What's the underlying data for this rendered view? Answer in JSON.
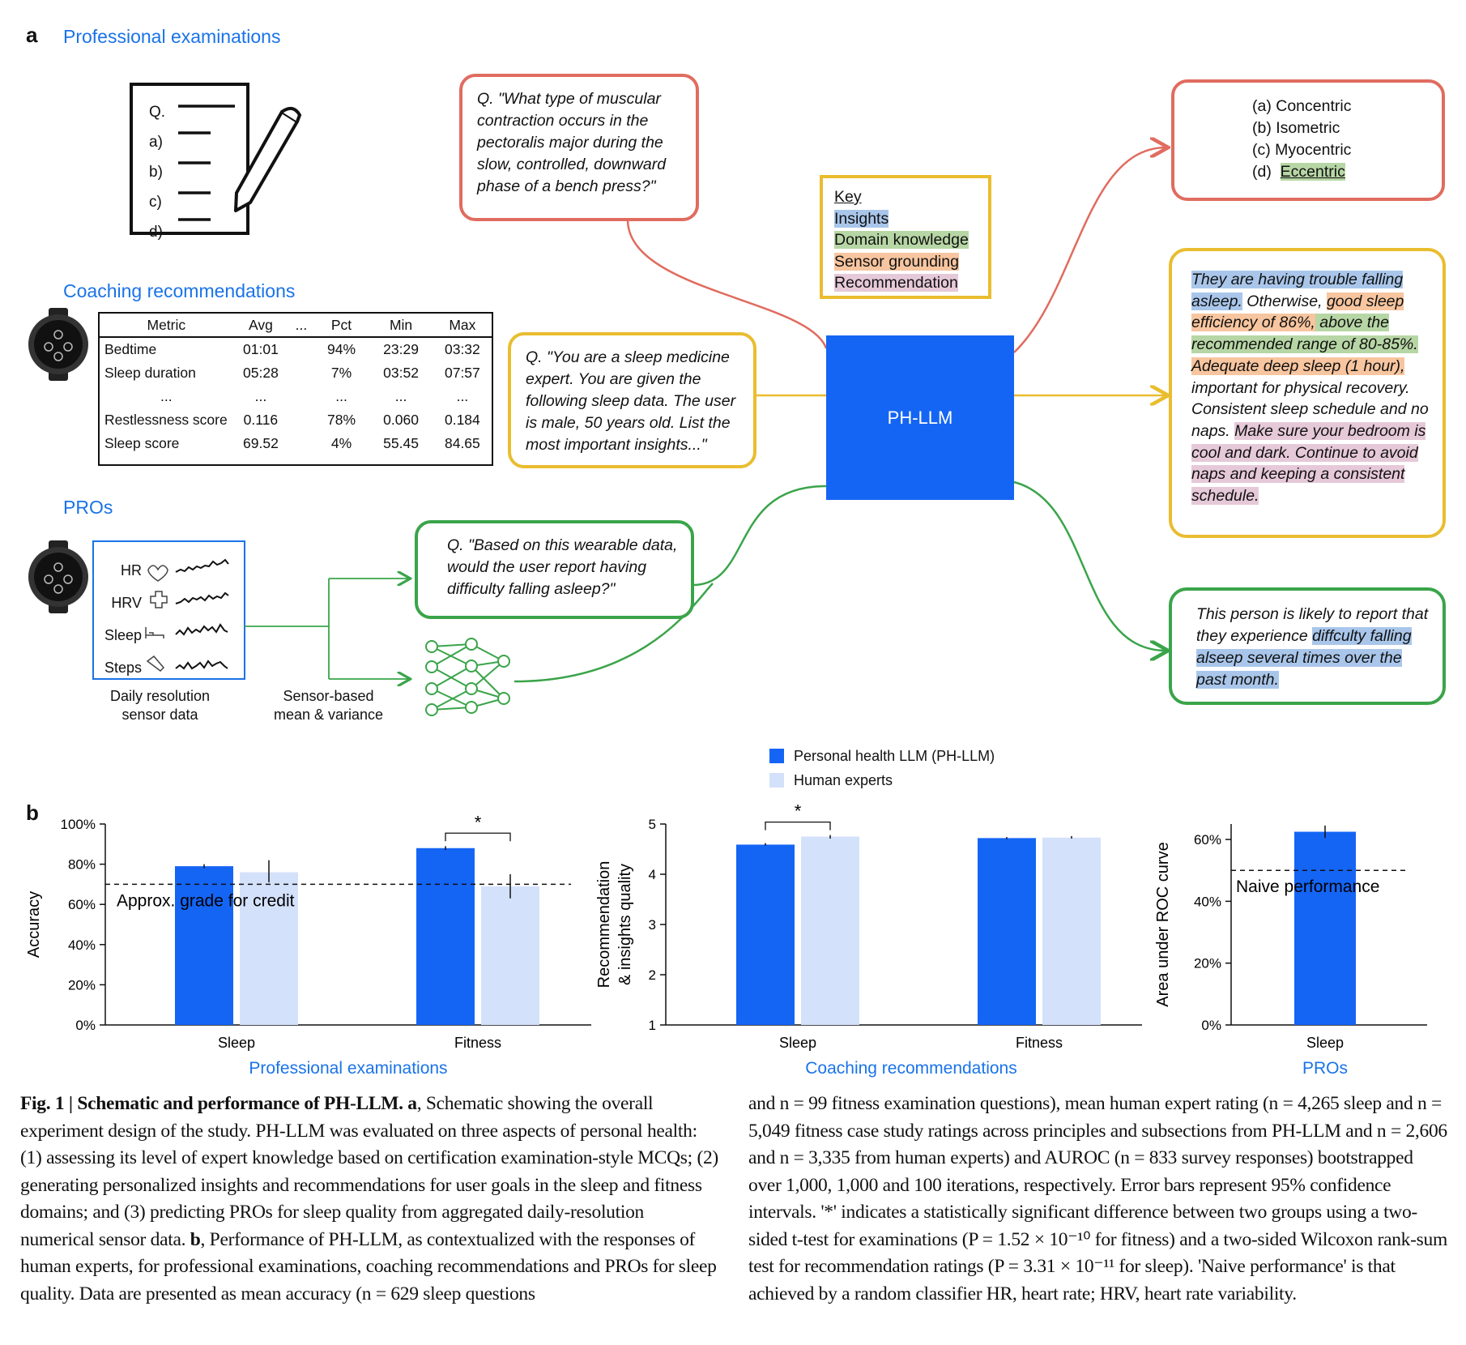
{
  "panel_a": {
    "letter": "a",
    "sections": {
      "exam": "Professional examinations",
      "coaching": "Coaching recommendations",
      "pros": "PROs"
    },
    "exam_sheet": {
      "lines": [
        "Q.",
        "a)",
        "b)",
        "c)",
        "d)"
      ]
    },
    "metrics_table": {
      "headers": [
        "Metric",
        "Avg",
        "...",
        "Pct",
        "Min",
        "Max"
      ],
      "rows": [
        [
          "Bedtime",
          "01:01",
          "",
          "94%",
          "23:29",
          "03:32"
        ],
        [
          "Sleep duration",
          "05:28",
          "",
          "7%",
          "03:52",
          "07:57"
        ],
        [
          "...",
          "...",
          "",
          "...",
          "...",
          "..."
        ],
        [
          "Restlessness score",
          "0.116",
          "",
          "78%",
          "0.060",
          "0.184"
        ],
        [
          "Sleep score",
          "69.52",
          "",
          "4%",
          "55.45",
          "84.65"
        ]
      ]
    },
    "sensor_rows": [
      "HR",
      "HRV",
      "Sleep",
      "Steps"
    ],
    "sensor_caption": [
      "Daily resolution",
      "sensor data"
    ],
    "mean_variance_caption": [
      "Sensor-based",
      "mean & variance"
    ],
    "question_exam": "Q. \"What type of muscular contraction occurs in the pectoralis major during the slow, controlled, downward phase of a bench press?\"",
    "question_coaching": "Q. \"You are a sleep medicine expert. You are given the following sleep data. The user is male, 50 years old. List the most important insights...\"",
    "question_pros": "Q. \"Based on this wearable data, would the user report having difficulty falling asleep?\"",
    "model_label": "PH-LLM",
    "key": {
      "title": "Key",
      "insights": "Insights",
      "domain": "Domain knowledge",
      "sensor": "Sensor grounding",
      "recommendation": "Recommendation"
    },
    "answer_exam": {
      "a": "(a)  Concentric",
      "b": "(b)  Isometric",
      "c": "(c)  Myocentric",
      "d_prefix": "(d)  ",
      "d_answer": "Eccentric"
    },
    "answer_coaching": {
      "s1": "They are having trouble falling asleep.",
      "s2": " Otherwise, ",
      "s3": "good sleep efficiency of 86%,",
      "s4": " above the recommended range of 80-85%.",
      "s5": " ",
      "s6": "Adequate deep sleep (1 hour),",
      "s7": " important for physical recovery. Consistent sleep schedule and no naps.",
      "s8": "Make sure your bedroom is cool and dark. Continue to avoid naps and keeping a consistent schedule."
    },
    "answer_pros": {
      "plain": "This person is likely to report that they experience ",
      "highlight": "diffculty falling alseep several times over the past month."
    }
  },
  "panel_b": {
    "letter": "b",
    "legend": {
      "ph_llm": "Personal health LLM (PH-LLM)",
      "human": "Human experts",
      "ph_llm_color": "#1565f5",
      "human_color": "#d4e1fb"
    },
    "star": "*",
    "exam_ref_label": "Approx. grade for credit",
    "pros_ref_label": "Naive performance",
    "group_titles": [
      "Professional examinations",
      "Coaching recommendations",
      "PROs"
    ]
  },
  "chart_data": [
    {
      "type": "bar",
      "title": "Professional examinations",
      "ylabel": "Accuracy",
      "ylim": [
        0,
        100
      ],
      "yticks": [
        "0%",
        "20%",
        "40%",
        "60%",
        "80%",
        "100%"
      ],
      "categories": [
        "Sleep",
        "Fitness"
      ],
      "series": [
        {
          "name": "Personal health LLM (PH-LLM)",
          "values": [
            79,
            88
          ],
          "error": [
            [
              78,
              80
            ],
            [
              87,
              89
            ]
          ]
        },
        {
          "name": "Human experts",
          "values": [
            76,
            69
          ],
          "error": [
            [
              71,
              82
            ],
            [
              63,
              75
            ]
          ]
        }
      ],
      "reference_line": {
        "value": 70,
        "label": "Approx. grade for credit"
      },
      "significance": "Fitness"
    },
    {
      "type": "bar",
      "title": "Coaching recommendations",
      "ylabel": "Recommendation & insights quality",
      "ylim": [
        1,
        5
      ],
      "yticks": [
        "1",
        "2",
        "3",
        "4",
        "5"
      ],
      "categories": [
        "Sleep",
        "Fitness"
      ],
      "series": [
        {
          "name": "Personal health LLM (PH-LLM)",
          "values": [
            4.59,
            4.72
          ],
          "error": [
            [
              4.57,
              4.62
            ],
            [
              4.7,
              4.74
            ]
          ]
        },
        {
          "name": "Human experts",
          "values": [
            4.75,
            4.73
          ],
          "error": [
            [
              4.71,
              4.78
            ],
            [
              4.71,
              4.76
            ]
          ]
        }
      ],
      "significance": "Sleep"
    },
    {
      "type": "bar",
      "title": "PROs",
      "ylabel": "Area under ROC curve",
      "ylim": [
        0,
        65
      ],
      "yticks": [
        "0%",
        "20%",
        "40%",
        "60%"
      ],
      "categories": [
        "Sleep"
      ],
      "series": [
        {
          "name": "Personal health LLM (PH-LLM)",
          "values": [
            62.5
          ],
          "error": [
            [
              60.5,
              64.5
            ]
          ]
        }
      ],
      "reference_line": {
        "value": 50,
        "label": "Naive performance"
      }
    }
  ],
  "caption": {
    "fig_label": "Fig. 1 | Schematic and performance of PH-LLM.",
    "a_label": "a",
    "a_text": ", Schematic showing the overall experiment design of the study. PH-LLM was evaluated on three aspects of personal health: (1) assessing its level of expert knowledge based on certification examination-style MCQs; (2) generating personalized insights and recommendations for user goals in the sleep and fitness domains; and (3) predicting PROs for sleep quality from aggregated daily-resolution numerical sensor data. ",
    "b_label": "b",
    "b_text": ", Performance of PH-LLM, as contextualized with the responses of human experts, for professional examinations, coaching recommendations and PROs for sleep quality. Data are presented as mean accuracy (n = 629 sleep questions",
    "right_text": "and n = 99 fitness examination questions), mean human expert rating (n = 4,265 sleep and n = 5,049 fitness case study ratings across principles and subsections from PH-LLM and n = 2,606 and n = 3,335 from human experts) and AUROC (n = 833 survey responses) bootstrapped over 1,000, 1,000 and 100 iterations, respectively. Error bars represent 95% confidence intervals. '*' indicates a statistically significant difference between two groups using a two-sided t-test for examinations (P = 1.52 × 10⁻¹⁰ for fitness) and a two-sided Wilcoxon rank-sum test for recommendation ratings (P = 3.31 × 10⁻¹¹ for sleep). 'Naive performance' is that achieved by a random classifier HR, heart rate; HRV, heart rate variability."
  }
}
